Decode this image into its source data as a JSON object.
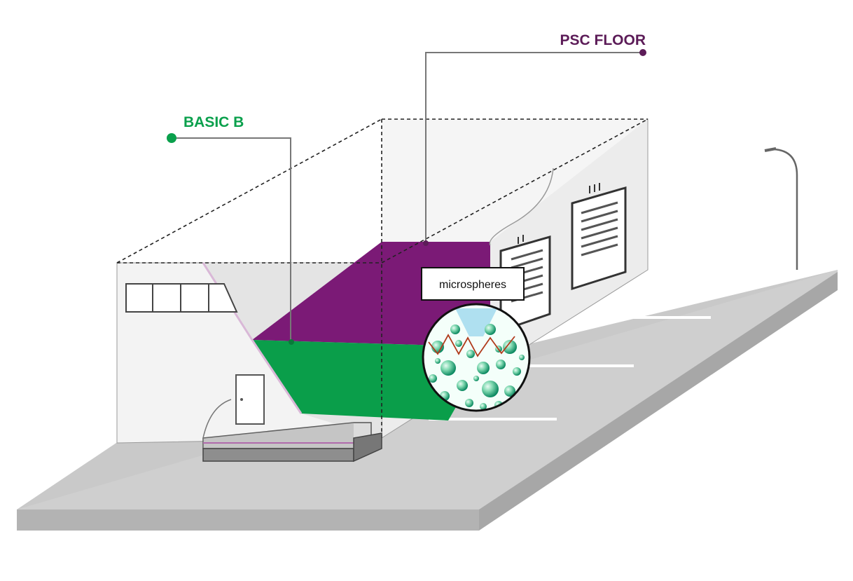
{
  "labels": {
    "psc_floor": "PSC FLOOR",
    "basic_b": "BASIC B",
    "microspheres": "microspheres"
  },
  "colors": {
    "psc_purple": "#7b1a76",
    "basic_green": "#0a9e4a",
    "label_purple": "#5c1c58",
    "label_green": "#0aa04c",
    "road": "#cfcfcf",
    "road_side": "#a8a8a8",
    "wall": "#e8e8e8"
  },
  "icons": {
    "door": "door-icon",
    "garage_doors": "garage-door-icon",
    "street_lamp": "street-lamp-icon",
    "microsphere_zoom": "magnifier-circle-icon"
  }
}
